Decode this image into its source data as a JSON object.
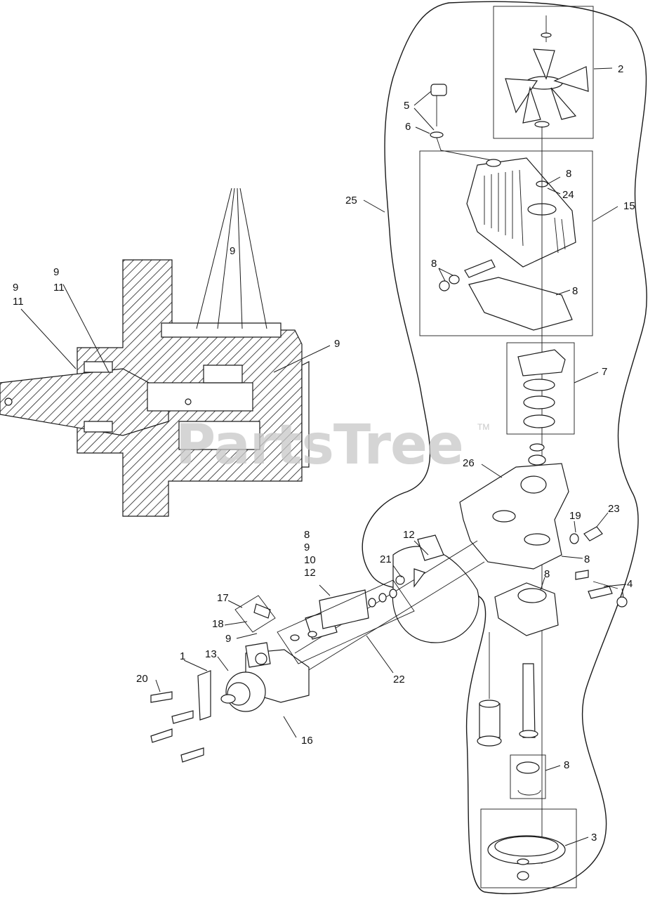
{
  "watermark": {
    "text": "PartsTree",
    "trademark": "TM"
  },
  "callouts": [
    {
      "id": "c-2",
      "label": "2"
    },
    {
      "id": "c-5",
      "label": "5"
    },
    {
      "id": "c-6",
      "label": "6"
    },
    {
      "id": "c-8a",
      "label": "8"
    },
    {
      "id": "c-24",
      "label": "24"
    },
    {
      "id": "c-25",
      "label": "25"
    },
    {
      "id": "c-15",
      "label": "15"
    },
    {
      "id": "c-8b",
      "label": "8"
    },
    {
      "id": "c-8c",
      "label": "8"
    },
    {
      "id": "c-7",
      "label": "7"
    },
    {
      "id": "c-26",
      "label": "26"
    },
    {
      "id": "c-19",
      "label": "19"
    },
    {
      "id": "c-23",
      "label": "23"
    },
    {
      "id": "c-8d",
      "label": "8"
    },
    {
      "id": "c-4",
      "label": "4"
    },
    {
      "id": "c-8e",
      "label": "8"
    },
    {
      "id": "c-12a",
      "label": "12"
    },
    {
      "id": "c-21",
      "label": "21"
    },
    {
      "id": "c-stack-8",
      "label": "8"
    },
    {
      "id": "c-stack-9",
      "label": "9"
    },
    {
      "id": "c-stack-10",
      "label": "10"
    },
    {
      "id": "c-stack-12",
      "label": "12"
    },
    {
      "id": "c-17",
      "label": "17"
    },
    {
      "id": "c-18",
      "label": "18"
    },
    {
      "id": "c-9a",
      "label": "9"
    },
    {
      "id": "c-1",
      "label": "1"
    },
    {
      "id": "c-13",
      "label": "13"
    },
    {
      "id": "c-20",
      "label": "20"
    },
    {
      "id": "c-22",
      "label": "22"
    },
    {
      "id": "c-16",
      "label": "16"
    },
    {
      "id": "c-8f",
      "label": "8"
    },
    {
      "id": "c-3",
      "label": "3"
    },
    {
      "id": "c-sec-9top",
      "label": "9"
    },
    {
      "id": "c-sec-9a",
      "label": "9"
    },
    {
      "id": "c-sec-11a",
      "label": "11"
    },
    {
      "id": "c-sec-9b",
      "label": "9"
    },
    {
      "id": "c-sec-11b",
      "label": "11"
    },
    {
      "id": "c-sec-9right",
      "label": "9"
    }
  ]
}
